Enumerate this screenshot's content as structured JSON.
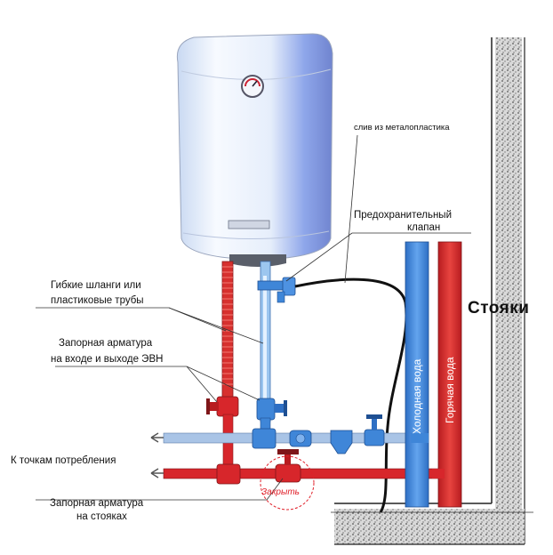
{
  "labels": {
    "drain": "слив из металопластика",
    "safety_valve_line1": "Предохранительный",
    "safety_valve_line2": "клапан",
    "hoses_line1": "Гибкие шланги или",
    "hoses_line2": "пластиковые трубы",
    "shutoff_evn_line1": "Запорная арматура",
    "shutoff_evn_line2": "на входе и выходе ЭВН",
    "to_points": "К точкам потребления",
    "shutoff_risers_line1": "Запорная арматура",
    "shutoff_risers_line2": "на стояках",
    "close": "Закрыть",
    "cold_water": "Холодная вода",
    "hot_water": "Горячая вода",
    "risers": "Стояки"
  },
  "colors": {
    "cold_pipe": "#3f86d8",
    "hot_pipe": "#d7262b",
    "tank_body": "#e9f1fb",
    "tank_accent": "#8fa8e8",
    "wall": "#6f6f6f",
    "leader": "#333333"
  }
}
